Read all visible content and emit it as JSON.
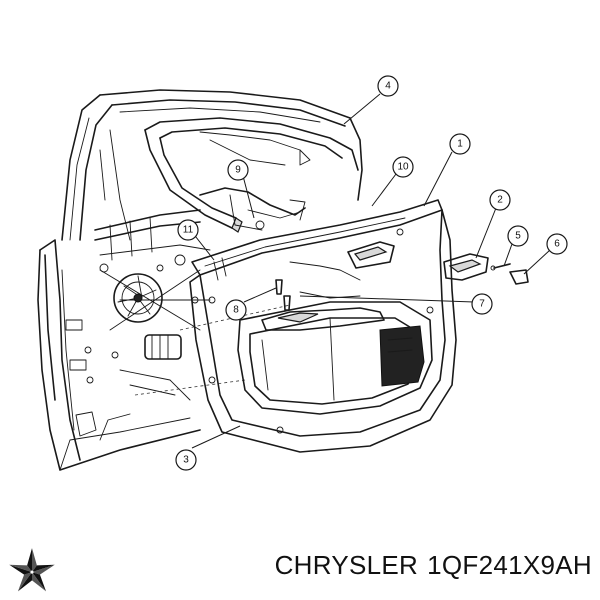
{
  "callouts": [
    {
      "label": "1"
    },
    {
      "label": "2"
    },
    {
      "label": "3"
    },
    {
      "label": "4"
    },
    {
      "label": "5"
    },
    {
      "label": "6"
    },
    {
      "label": "7"
    },
    {
      "label": "8"
    },
    {
      "label": "9"
    },
    {
      "label": "10"
    },
    {
      "label": "11"
    }
  ],
  "caption": {
    "brand": "CHRYSLER",
    "part_number": "1QF241X9AH"
  },
  "logo": {
    "icon": "chrysler-pentastar-icon",
    "color": "#111111"
  }
}
